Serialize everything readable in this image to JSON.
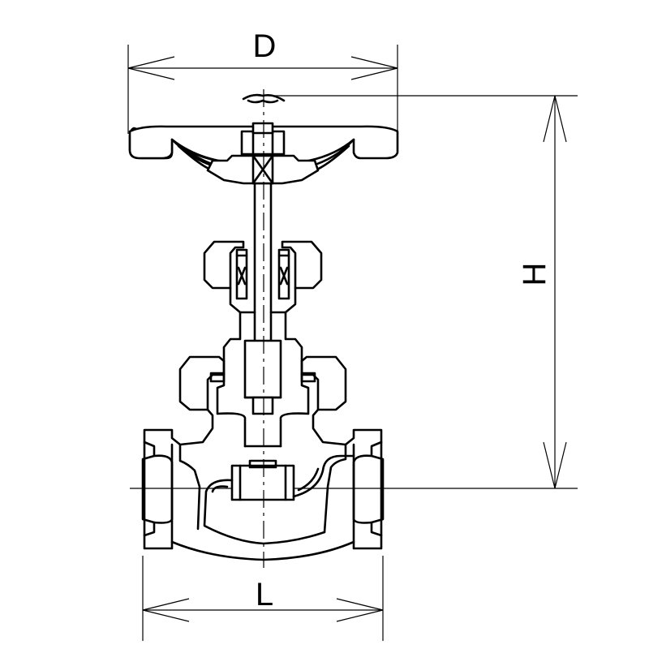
{
  "dimensions": {
    "diameter_label": "D",
    "height_label": "H",
    "length_label": "L"
  },
  "colors": {
    "line": "#000000",
    "background": "#ffffff"
  }
}
